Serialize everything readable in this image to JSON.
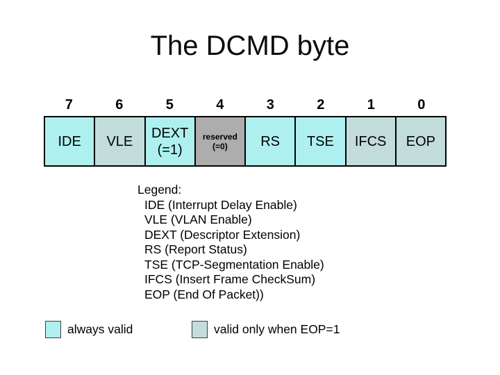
{
  "title": "The DCMD byte",
  "colors": {
    "always_valid": "#aef0f0",
    "eop_valid": "#c3dcdc",
    "reserved": "#adadad"
  },
  "byte_diagram": {
    "bits": [
      {
        "number": "7",
        "lines": [
          "IDE"
        ],
        "validity": "always"
      },
      {
        "number": "6",
        "lines": [
          "VLE"
        ],
        "validity": "eop"
      },
      {
        "number": "5",
        "lines": [
          "DEXT",
          "(=1)"
        ],
        "validity": "always"
      },
      {
        "number": "4",
        "lines": [
          "reserved",
          "(=0)"
        ],
        "validity": "reserved"
      },
      {
        "number": "3",
        "lines": [
          "RS"
        ],
        "validity": "always"
      },
      {
        "number": "2",
        "lines": [
          "TSE"
        ],
        "validity": "always"
      },
      {
        "number": "1",
        "lines": [
          "IFCS"
        ],
        "validity": "eop"
      },
      {
        "number": "0",
        "lines": [
          "EOP"
        ],
        "validity": "eop"
      }
    ]
  },
  "legend": {
    "heading": "Legend:",
    "items": [
      "IDE (Interrupt Delay Enable)",
      "VLE (VLAN Enable)",
      "DEXT (Descriptor Extension)",
      "RS (Report Status)",
      "TSE (TCP-Segmentation Enable)",
      "IFCS (Insert Frame CheckSum)",
      "EOP (End Of Packet))"
    ]
  },
  "color_key": [
    {
      "label": "always valid",
      "validity": "always"
    },
    {
      "label": "valid only when EOP=1",
      "validity": "eop"
    }
  ]
}
